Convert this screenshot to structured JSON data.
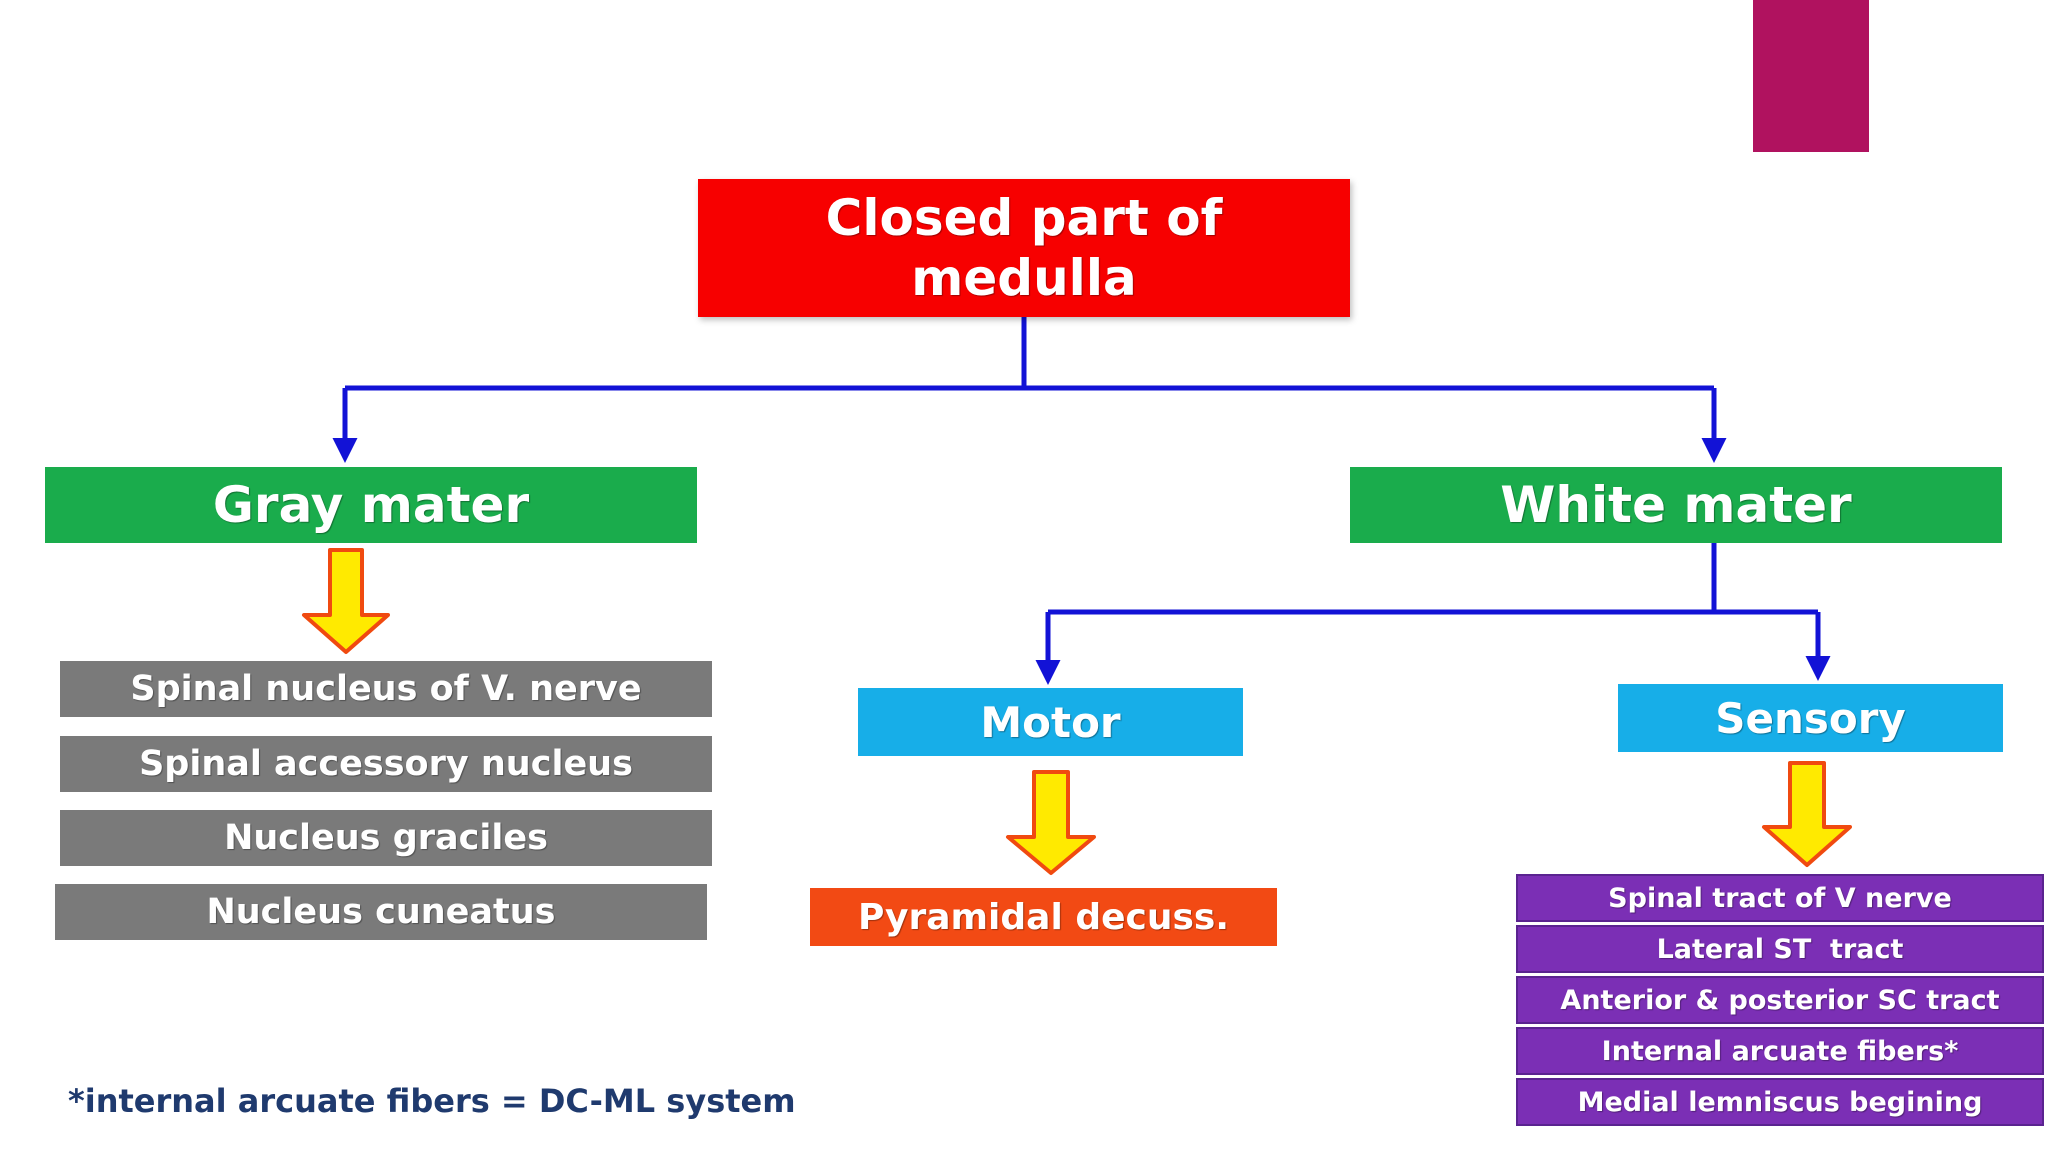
{
  "colors": {
    "accent": "#b0125f",
    "root": "#f70000",
    "green": "#1aac4c",
    "gray": "#7a7a7a",
    "blue": "#17aee8",
    "orange": "#f24a14",
    "purple": "#7b2fb5",
    "connector": "#1212d6",
    "arrow_fill": "#ffea00",
    "arrow_stroke": "#f04a10",
    "footnote": "#1f3a6e"
  },
  "root": {
    "label": "Closed part of medulla"
  },
  "gray_mater": {
    "label": "Gray mater",
    "items": [
      "Spinal nucleus of V. nerve",
      "Spinal accessory nucleus",
      "Nucleus graciles",
      "Nucleus cuneatus"
    ]
  },
  "white_mater": {
    "label": "White mater",
    "motor": {
      "label": "Motor",
      "items": [
        "Pyramidal decuss."
      ]
    },
    "sensory": {
      "label": "Sensory",
      "items": [
        "Spinal tract of V nerve",
        "Lateral ST  tract",
        "Anterior & posterior SC tract",
        "Internal arcuate fibers*",
        "Medial lemniscus begining"
      ]
    }
  },
  "footnote": "*internal arcuate fibers = DC-ML system"
}
